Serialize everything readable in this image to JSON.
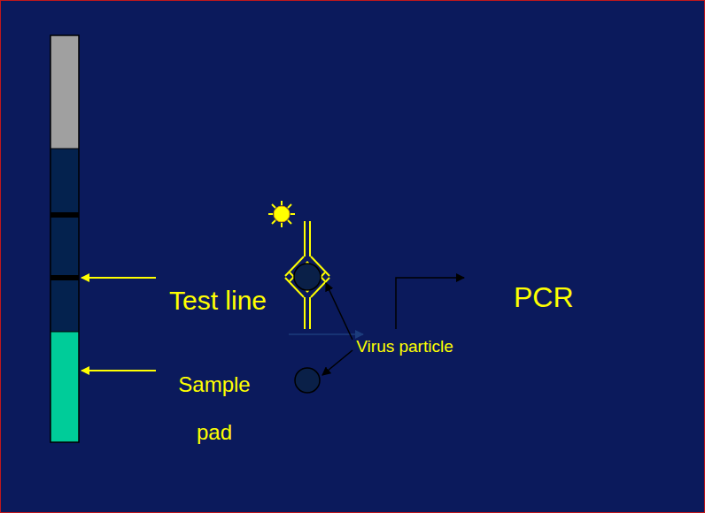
{
  "diagram": {
    "labels": [
      "Test line",
      "Sample pad",
      "Virus particle",
      "PCR"
    ]
  }
}
